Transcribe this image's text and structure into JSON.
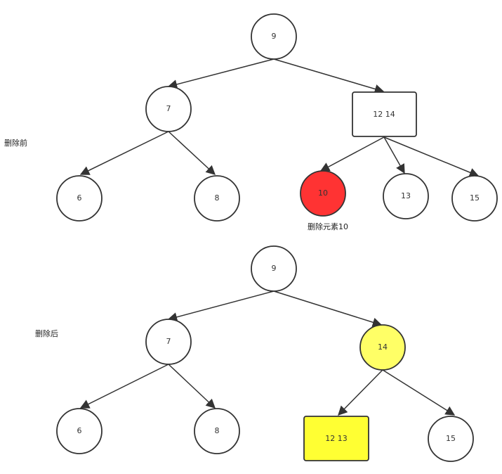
{
  "labels": {
    "before": "删除前",
    "after": "删除后",
    "delete_note": "删除元素10"
  },
  "before_tree": {
    "nodes": {
      "n9": "9",
      "n7": "7",
      "n6": "6",
      "n8": "8",
      "n12_14": "12 14",
      "n10": "10",
      "n13": "13",
      "n15": "15"
    }
  },
  "after_tree": {
    "nodes": {
      "n9": "9",
      "n7": "7",
      "n6": "6",
      "n8": "8",
      "n14": "14",
      "n12_13": "12 13",
      "n15": "15"
    }
  },
  "colors": {
    "stroke": "#333333",
    "deleted_fill": "#ff3333",
    "changed_fill": "#ffff66",
    "changed_box_fill": "#ffff33"
  }
}
